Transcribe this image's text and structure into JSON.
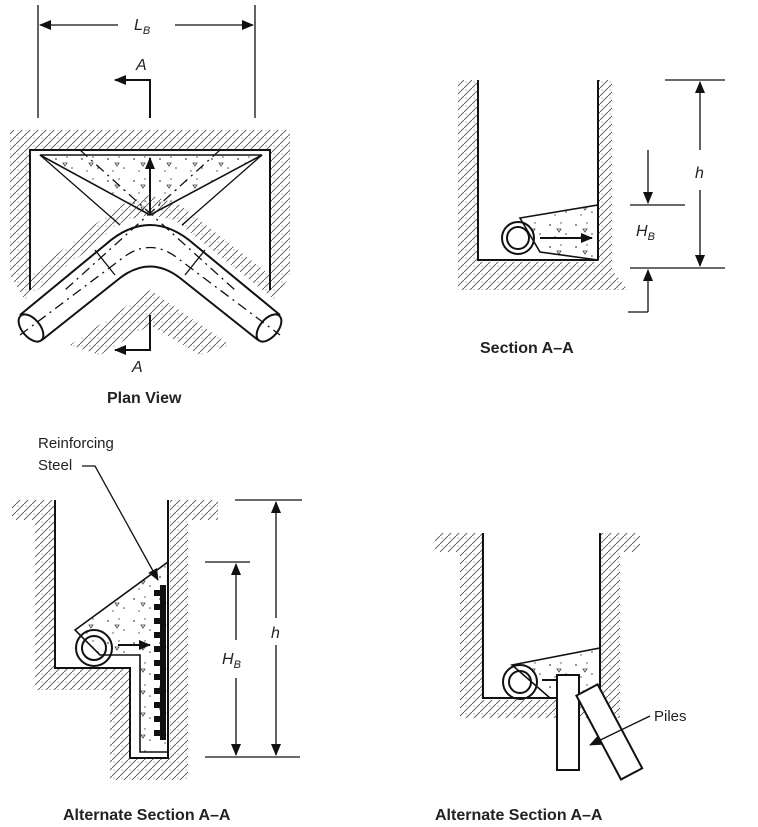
{
  "labels": {
    "lb": "L",
    "lb_sub": "B",
    "a_top": "A",
    "a_bottom": "A",
    "h_section": "h",
    "hb_section": "H",
    "hb_section_sub": "B",
    "reinforcing_line1": "Reinforcing",
    "reinforcing_line2": "Steel",
    "h_alt": "h",
    "hb_alt": "H",
    "hb_alt_sub": "B",
    "piles": "Piles"
  },
  "captions": {
    "plan_view": "Plan View",
    "section": "Section A–A",
    "alt_section_left": "Alternate Section A–A",
    "alt_section_right": "Alternate Section A–A"
  }
}
